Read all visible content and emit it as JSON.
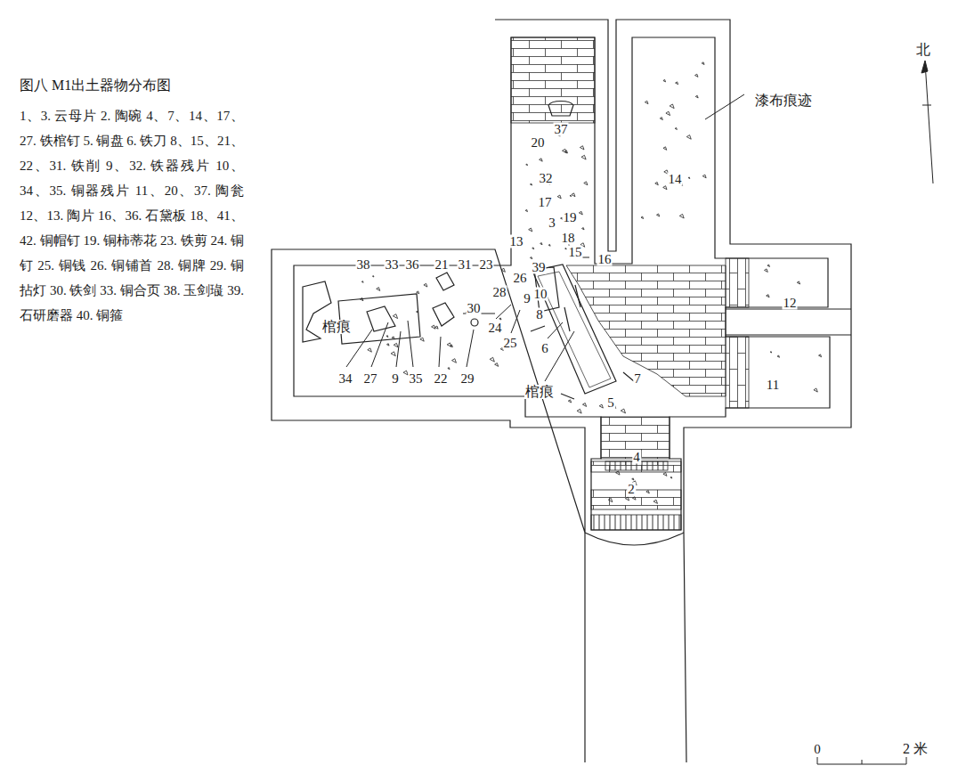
{
  "diagram": {
    "title": "图八 M1出土器物分布图",
    "caption": "1、3. 云母片 2. 陶碗 4、7、14、17、27. 铁棺钉 5. 铜盘 6. 铁刀 8、15、21、22、31. 铁削 9、32. 铁器残片 10、34、35. 铜器残片 11、20、37. 陶瓮 12、13. 陶片 16、36. 石黛板 18、41、42. 铜帽钉 19. 铜柿蒂花 23. 铁剪 24. 铜钉 25. 铜钱 26. 铜铺首 28. 铜牌 29. 铜拈灯 30. 铁剑 33. 铜合页 38. 玉剑璏 39. 石研磨器 40. 铜箍",
    "labels": [
      "38",
      "33",
      "36",
      "21",
      "31",
      "23",
      "13",
      "26",
      "28",
      "39",
      "10",
      "9",
      "8",
      "30",
      "24",
      "25",
      "6",
      "34",
      "27",
      "9",
      "35",
      "22",
      "29",
      "20",
      "37",
      "32",
      "17",
      "3",
      "19",
      "18",
      "15",
      "16",
      "14",
      "12",
      "7",
      "5",
      "11",
      "4",
      "2",
      "漆布痕迹",
      "棺痕",
      "棺痕",
      "北",
      "0",
      "2 米"
    ]
  }
}
